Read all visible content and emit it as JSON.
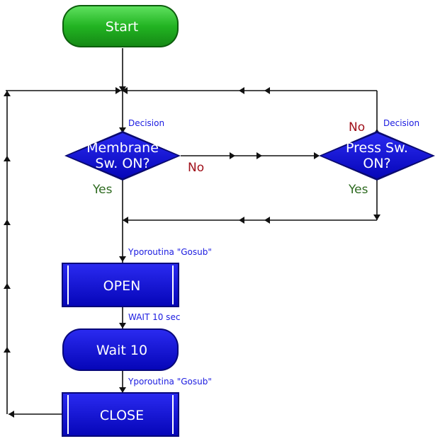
{
  "nodes": {
    "start": {
      "label": "Start"
    },
    "membrane_decision": {
      "line1": "Membrane",
      "line2": "Sw. ON?",
      "tag": "Decision",
      "no_label": "No",
      "yes_label": "Yes"
    },
    "press_decision": {
      "line1": "Press Sw.",
      "line2": "ON?",
      "tag": "Decision",
      "no_label": "No",
      "yes_label": "Yes"
    },
    "open": {
      "label": "OPEN",
      "tag": "Yporoutina \"Gosub\""
    },
    "wait": {
      "label": "Wait 10",
      "tag": "WAIT 10 sec"
    },
    "close": {
      "label": "CLOSE",
      "tag": "Yporoutina \"Gosub\""
    }
  },
  "colors": {
    "start_fill": "#22b422",
    "block_fill": "#0a0ad2",
    "line": "#111111"
  }
}
